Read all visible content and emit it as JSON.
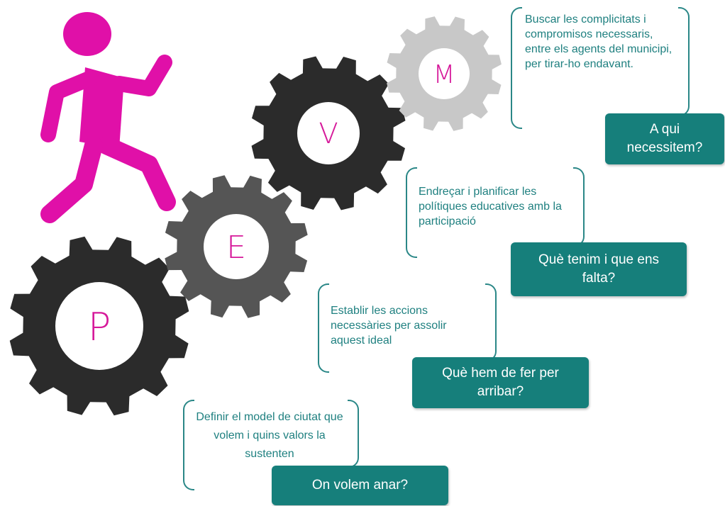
{
  "colors": {
    "figure": "#e010a8",
    "teal": "#167f7b",
    "text_teal": "#1f8080",
    "gear_dark": "#2b2b2b",
    "gear_mid": "#555555",
    "gear_light": "#c8c8c8",
    "letter": "#d6199a"
  },
  "icons": [
    "running-person-icon",
    "gear-icon"
  ],
  "gears": [
    {
      "letter": "P"
    },
    {
      "letter": "E"
    },
    {
      "letter": "V"
    },
    {
      "letter": "M"
    }
  ],
  "steps": [
    {
      "description": "Definir el model de ciutat que volem i quins valors la sustenten",
      "question": "On volem anar?"
    },
    {
      "description": "Establir les accions necessàries per assolir aquest ideal",
      "question": "Què hem de fer per arribar?"
    },
    {
      "description": "Endreçar i planificar les polítiques educatives amb la participació",
      "question": "Què tenim i que ens falta?"
    },
    {
      "description": "Buscar les complicitats i compromisos necessaris, entre els agents del municipi, per tirar-ho endavant.",
      "question": "A qui necessitem?"
    }
  ]
}
